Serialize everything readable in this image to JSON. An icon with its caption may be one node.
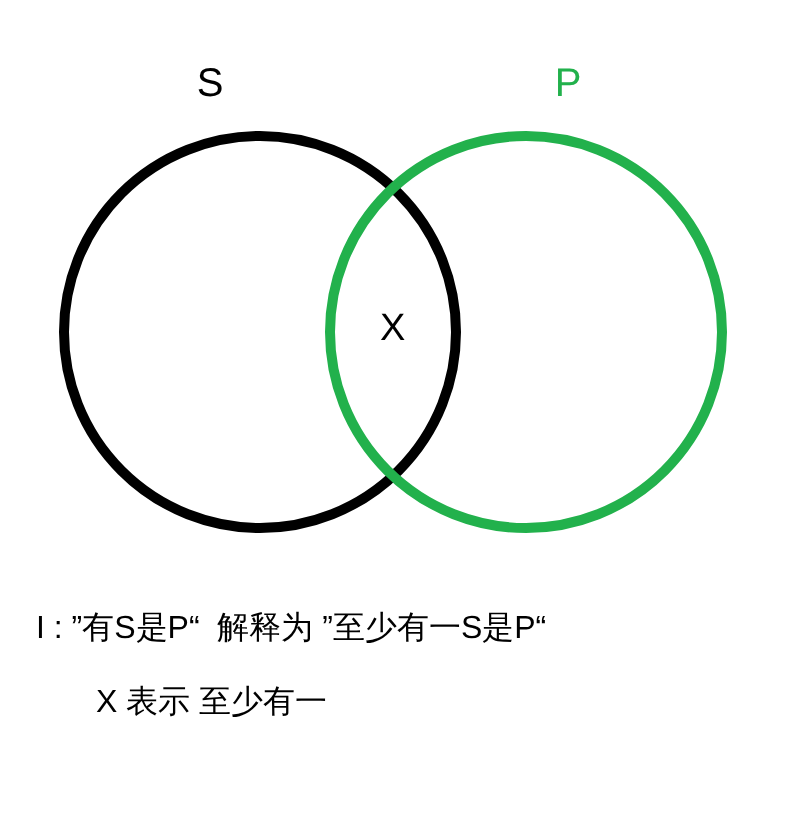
{
  "diagram": {
    "nodes": [
      {
        "text": [
          "S"
        ]
      },
      {
        "text": [
          "P"
        ]
      }
    ],
    "labels": [
      "X",
      "I : ”有S是P“  解释为 ”至少有一S是P“",
      "X 表示 至少有一"
    ]
  }
}
